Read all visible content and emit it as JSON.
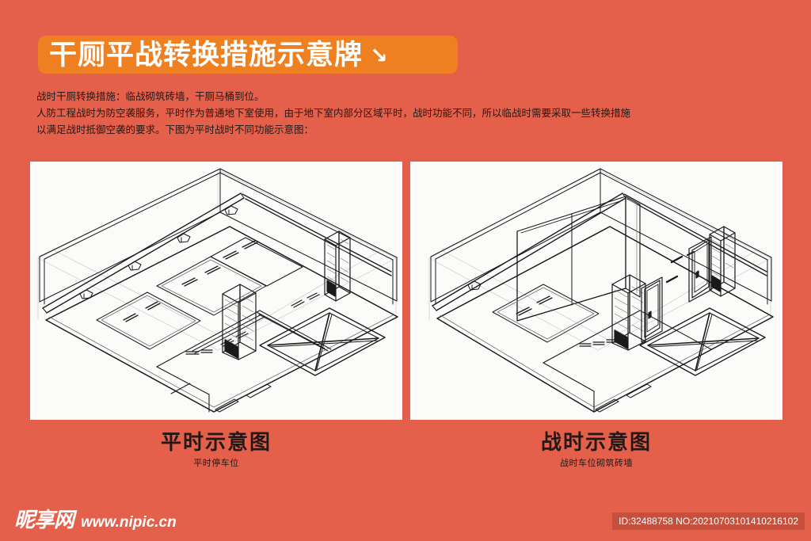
{
  "page": {
    "background_color": "#e5604a",
    "panel_color": "#fbfbfa",
    "badge_color": "#ee8022",
    "text_color": "#231815"
  },
  "header": {
    "title": "干厕平战转换措施示意牌",
    "arrow_icon": "↘"
  },
  "intro": {
    "lines": [
      "战时干厕转换措施：临战砌筑砖墙，干厕马桶到位。",
      "人防工程战时为防空袭服务，平时作为普通地下室使用，由于地下室内部分区域平时，战时功能不同，所以临战时需要采取一些转换措施",
      "以满足战时抵御空袭的要求。下图为平时战时不同功能示意图："
    ]
  },
  "figures": [
    {
      "id": "peacetime",
      "caption_title": "平时示意图",
      "caption_sub": "平时停车位",
      "description": "平时地下车库等轴测示意图：开敞空间、停车位划线、结构柱、顶部管线与喷淋"
    },
    {
      "id": "wartime",
      "caption_title": "战时示意图",
      "caption_sub": "战时车位砌筑砖墙",
      "description": "战时等轴测示意图：车位处临战砌筑砖墙、设置防护门形成干厕隔间"
    }
  ],
  "footer": {
    "watermark_logo": "昵享网",
    "watermark_url": "www.nipic.cn",
    "id_text": "ID:32488758 NO:20210703101410216102"
  }
}
